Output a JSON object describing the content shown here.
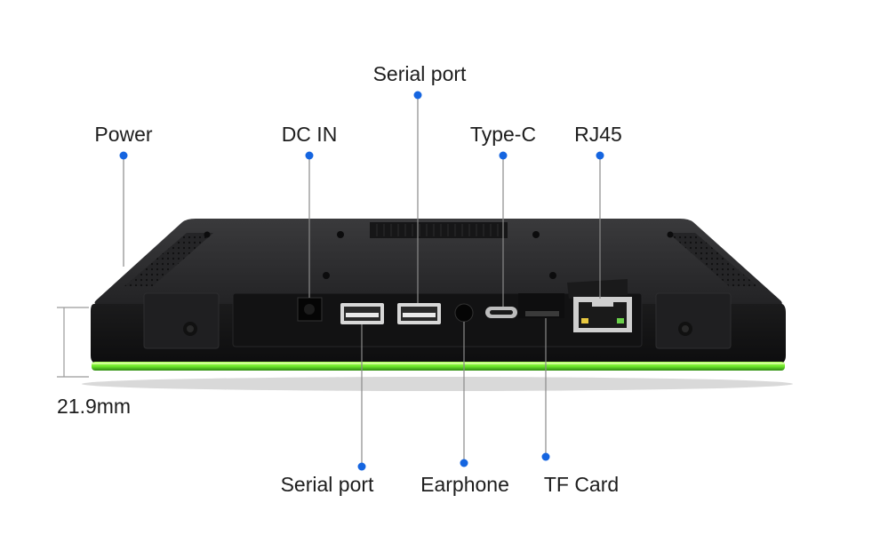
{
  "accent_color": "#1565e0",
  "glow_color": "#7ff23a",
  "top_labels": {
    "power": "Power",
    "dc_in": "DC IN",
    "serial_port_top": "Serial port",
    "type_c": "Type-C",
    "rj45": "RJ45"
  },
  "bottom_labels": {
    "serial_port_bottom": "Serial port",
    "earphone": "Earphone",
    "tf_card": "TF Card"
  },
  "dimension": {
    "thickness": "21.9mm"
  }
}
